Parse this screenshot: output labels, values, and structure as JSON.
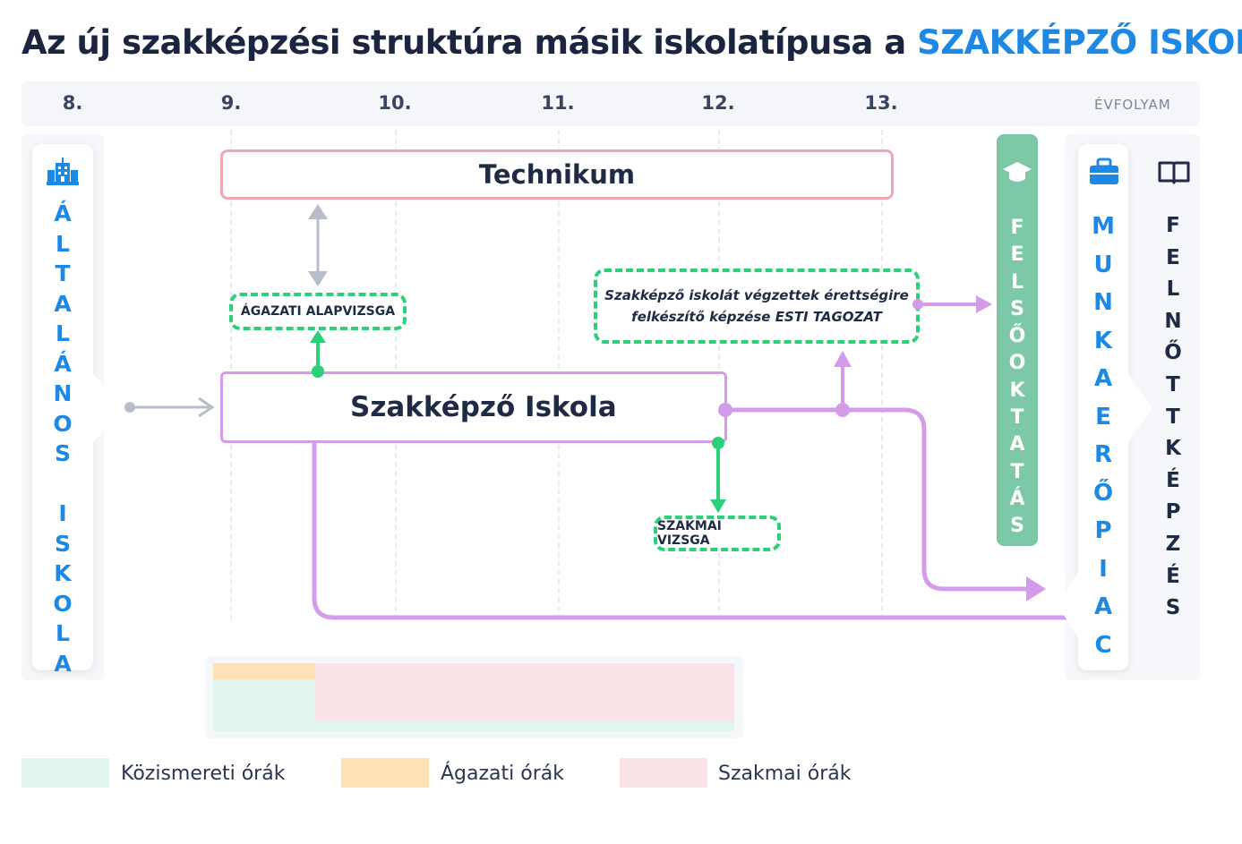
{
  "title": {
    "prefix": "Az új szakképzési struktúra másik iskolatípusa a",
    "accent": "SZAKKÉPZŐ ISKOLA"
  },
  "years": [
    "8.",
    "9.",
    "10.",
    "11.",
    "12.",
    "13."
  ],
  "year_axis_label": "ÉVFOLYAM",
  "left_panel": {
    "label": "ÁLTALÁNOS ISKOLA",
    "icon": "school-building-icon"
  },
  "boxes": {
    "technikum": "Technikum",
    "szakkepzo_iskola": "Szakképző Iskola",
    "agazati_alapvizsga": "ÁGAZATI ALAPVIZSGA",
    "szakmai_vizsga": "SZAKMAI VIZSGA",
    "esti_line1": "Szakképző iskolát végzettek érettségire",
    "esti_line2": "felkészítő képzése ESTI TAGOZAT"
  },
  "felsooktatas": {
    "label": "FELSŐOKTATÁS",
    "icon": "graduation-cap-icon"
  },
  "right_panels": {
    "munkaeropiac": {
      "label": "MUNKAERŐPIAC",
      "icon": "briefcase-icon"
    },
    "felnottkepzes": {
      "label": "FELNŐTTKÉPZÉS",
      "icon": "book-icon"
    }
  },
  "legend": [
    {
      "label": "Közismereti órák",
      "color": "#dff5ee"
    },
    {
      "label": "Ágazati órák",
      "color": "#fde3b4"
    },
    {
      "label": "Szakmai órák",
      "color": "#fbe4e8"
    }
  ],
  "colors": {
    "accent_blue": "#1e88e5",
    "technikum_border": "#f0a7b4",
    "school_border": "#d39bea",
    "flow_purple": "#d39bea",
    "exam_green": "#2bd07a",
    "higher_ed_green": "#7dc9a7",
    "grey_arrow": "#b8bec9"
  }
}
